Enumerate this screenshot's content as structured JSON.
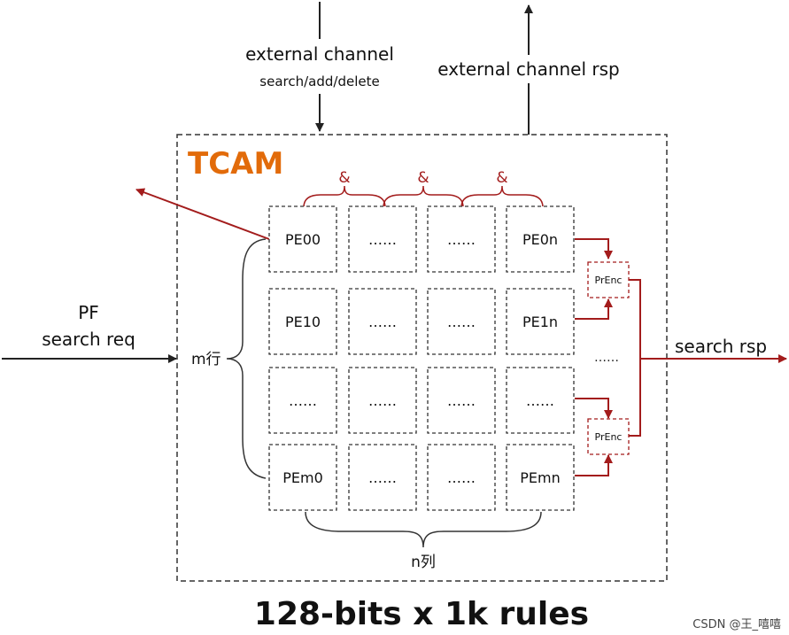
{
  "diagram": {
    "title": "TCAM",
    "footer": "128-bits x 1k rules",
    "watermark": "CSDN @王_嘻嘻",
    "inputs": {
      "external_channel": "external channel",
      "external_ops": "search/add/delete",
      "pf": "PF",
      "search_req": "search req"
    },
    "outputs": {
      "external_rsp": "external channel rsp",
      "search_rsp": "search rsp"
    },
    "grid": {
      "row_label": "m行",
      "col_label": "n列",
      "and_symbol": "&",
      "rows": [
        [
          "PE00",
          "……",
          "……",
          "PE0n"
        ],
        [
          "PE10",
          "……",
          "……",
          "PE1n"
        ],
        [
          "……",
          "……",
          "……",
          "……"
        ],
        [
          "PEm0",
          "……",
          "……",
          "PEmn"
        ]
      ]
    },
    "encoders": [
      "PrEnc",
      "PrEnc"
    ],
    "ellipsis": "……",
    "colors": {
      "accent_orange": "#E26B0A",
      "dark_red": "#A31C1C",
      "line": "#222222"
    }
  }
}
